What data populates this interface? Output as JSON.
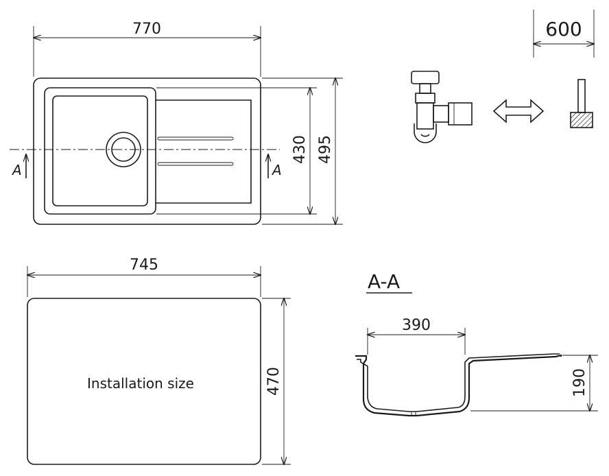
{
  "dimensions": {
    "top_width": "770",
    "inner_height": "430",
    "outer_height": "495",
    "faucet_hole": "600",
    "install_width": "745",
    "install_height": "470",
    "bowl_width": "390",
    "bowl_depth": "190"
  },
  "labels": {
    "section_left": "A",
    "section_right": "A",
    "section_title": "A-A",
    "installation": "Installation size"
  }
}
